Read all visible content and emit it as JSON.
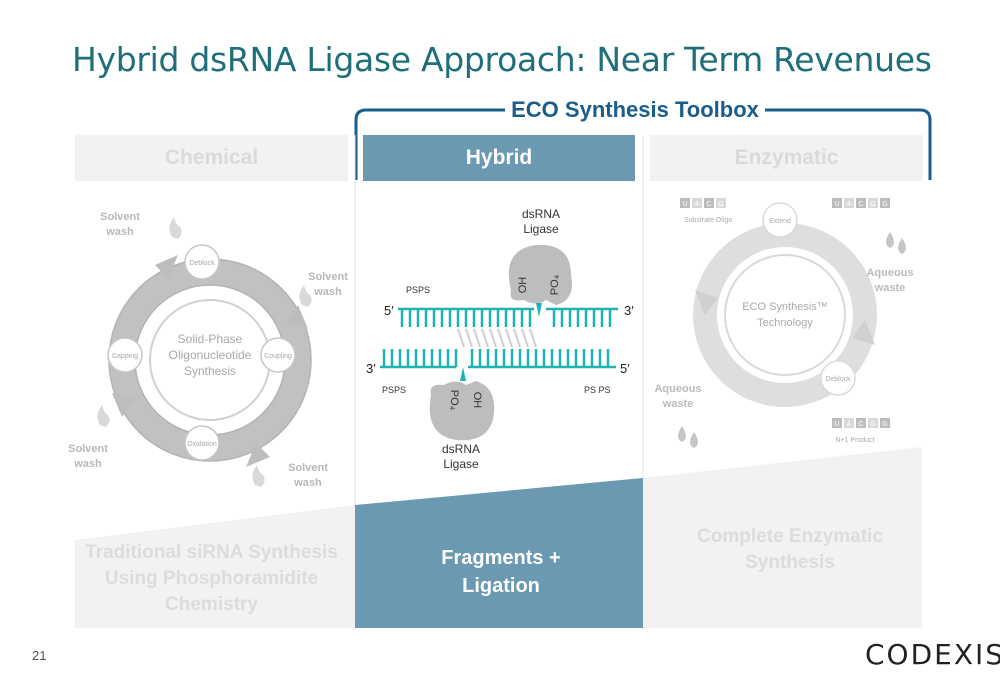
{
  "title": "Hybrid dsRNA Ligase Approach: Near Term Revenues",
  "toolbox_label": "ECO Synthesis Toolbox",
  "columns": {
    "chemical": "Chemical",
    "hybrid": "Hybrid",
    "enzymatic": "Enzymatic"
  },
  "chemical_cycle": {
    "center": [
      "Solid-Phase",
      "Oligonucleotide",
      "Synthesis"
    ],
    "steps": [
      "Deblock",
      "Coupling",
      "Oxidation",
      "Capping"
    ],
    "wash_labels": [
      "Solvent",
      "wash"
    ]
  },
  "hybrid_diagram": {
    "ligase_top": [
      "dsRNA",
      "Ligase"
    ],
    "ligase_bottom": [
      "dsRNA",
      "Ligase"
    ],
    "oh": "OH",
    "po4": "PO₄",
    "strand_top_left": "5′",
    "strand_top_right": "3′",
    "strand_bottom_left": "3′",
    "strand_bottom_right": "5′",
    "psps": "PSPS",
    "ps_ps": "PS PS"
  },
  "enzymatic_cycle": {
    "center": [
      "ECO Synthesis™",
      "Technology"
    ],
    "extend": "Extend",
    "deblock": "Deblock",
    "substrate": "Substrate Oligo",
    "product": "N+1 Product",
    "bases": [
      "U",
      "A",
      "C",
      "G",
      "G"
    ],
    "aqueous": [
      "Aqueous",
      "waste"
    ]
  },
  "bottom": {
    "chemical": [
      "Traditional siRNA Synthesis",
      "Using Phosphoramidite",
      "Chemistry"
    ],
    "hybrid": [
      "Fragments +",
      "Ligation"
    ],
    "enzymatic": [
      "Complete Enzymatic",
      "Synthesis"
    ]
  },
  "page_number": "21",
  "logo": "CODEXIS",
  "logo_mark": "®",
  "colors": {
    "title": "#1f6f7a",
    "toolbox": "#1a5d8c",
    "hybrid_fill": "#6b99b2",
    "strand": "#1fb3b3",
    "faded_gray": "#dadada"
  }
}
